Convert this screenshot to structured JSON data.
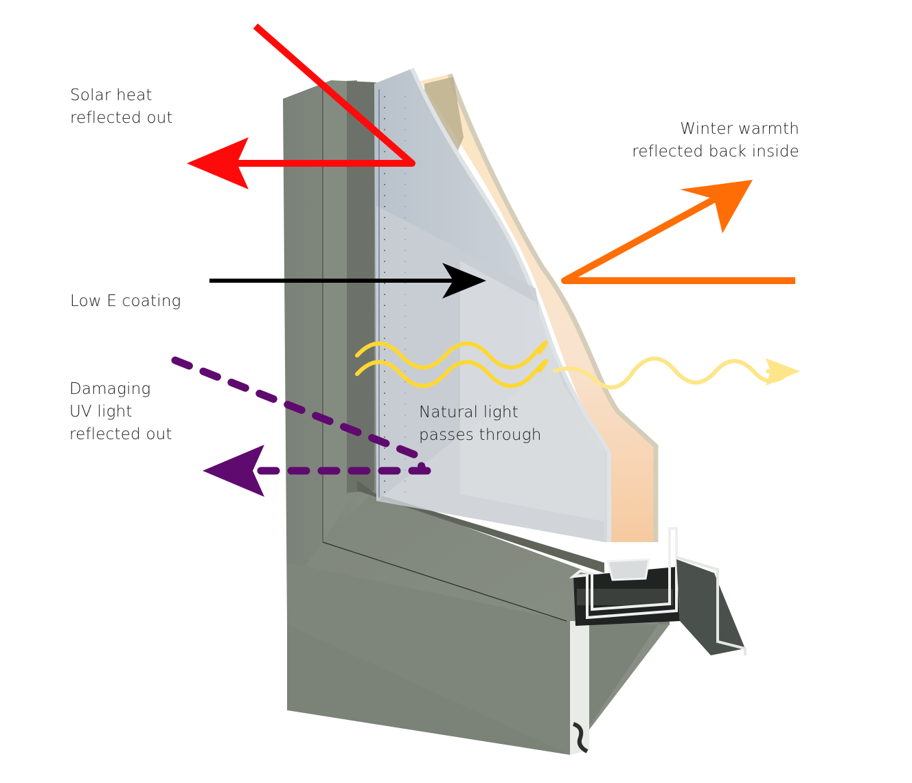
{
  "diagram": {
    "title": "Double glazed window with Low E coating",
    "colors": {
      "frame": "#7d8479",
      "frame_dark": "#636a61",
      "frame_light": "#8d9489",
      "glass_outer": "#c8cfd6",
      "glass_inner": "#f7dfc2",
      "glass_edge": "#d9d3c2",
      "solar_arrow": "#ff0a0a",
      "winter_arrow": "#ff6e06",
      "lowe_arrow": "#000000",
      "uv_arrow": "#5f0a6e",
      "light_wave": "#fdd835",
      "light_wave_faded": "#fde68a",
      "text": "#1a1a1a"
    },
    "labels": {
      "solar_heat": [
        "Solar heat",
        "reflected out"
      ],
      "winter_warmth": [
        "Winter warmth",
        "reflected back inside"
      ],
      "low_e": [
        "Low E coating"
      ],
      "uv": [
        "Damaging",
        "UV light",
        "reflected out"
      ],
      "natural_light": [
        "Natural light",
        "passes through"
      ]
    },
    "arrows": [
      {
        "name": "solar-heat-arrow",
        "meaning": "Solar heat reflected out",
        "style": "solid",
        "color_key": "solar_arrow"
      },
      {
        "name": "winter-warmth-arrow",
        "meaning": "Winter warmth reflected back inside",
        "style": "solid",
        "color_key": "winter_arrow"
      },
      {
        "name": "low-e-pointer-arrow",
        "meaning": "Low E coating",
        "style": "solid",
        "color_key": "lowe_arrow"
      },
      {
        "name": "uv-arrow",
        "meaning": "Damaging UV light reflected out",
        "style": "dashed",
        "color_key": "uv_arrow"
      },
      {
        "name": "natural-light-wave",
        "meaning": "Natural light passes through",
        "style": "wavy",
        "color_key": "light_wave"
      }
    ]
  }
}
